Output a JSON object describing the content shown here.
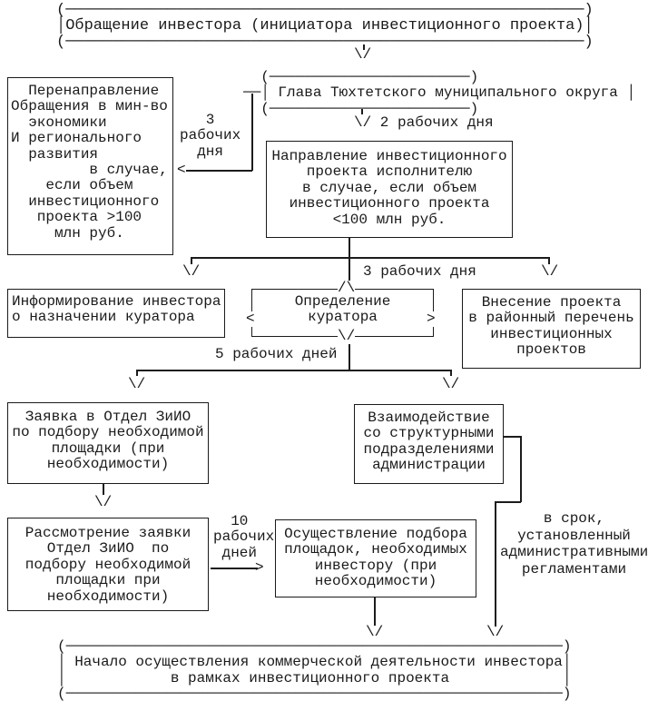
{
  "diagram": {
    "arrow_glyphs": {
      "down": "\\/",
      "up": "/\\",
      "left": "<",
      "right": ">"
    },
    "nodes": {
      "investor_appeal": {
        "art": "(────────────────────────────────────────────────────────)\n│Обращение инвестора (инициатора инвестиционного проекта)│\n(────────────────────────────────────────────────────────)"
      },
      "district_head": {
        "art": "  (───────────────────────)\n──│ Глава Тюхтетского муниципального округа │\n  (───────────────────────)"
      },
      "redirect_ministry": {
        "text": "  Перенаправление\nОбращения в мин-во\n  экономики\nИ регионального\n  развития\n         в случае,\n    если объем\n  инвестиционного\n   проекта >100\n     млн руб."
      },
      "direction_to_executor": {
        "text": "Направление инвестиционного\nпроекта исполнителю\nв случае, если объем\nинвестиционного проекта\n<100 млн руб."
      },
      "curator_determination": {
        "text": "Определение\nкуратора"
      },
      "investor_notification": {
        "text": "Информирование инвестора\nо назначении куратора"
      },
      "project_registry": {
        "text": "Внесение проекта\nв районный перечень\nинвестиционных\nпроектов"
      },
      "ziio_request": {
        "text": "Заявка в Отдел ЗиИО\nпо подбору необходимой\nплощадки (при\nнеобходимости)"
      },
      "ziio_review": {
        "text": "Рассмотрение заявки\nОтдел ЗиИО  по\nподбору необходимой\nплощадки при\nнеобходимости)"
      },
      "site_selection": {
        "text": "Осуществление подбора\nплощадок, необходимых\nинвестору (при\nнеобходимости)"
      },
      "admin_interaction": {
        "text": "Взаимодействие\nсо структурными\nподразделениями\nадминистрации"
      },
      "commercial_start": {
        "art": "(─────────────────────────────────────────────────────────)\n│ Начало осуществления коммерческой деятельности инвестора│\n│            в рамках инвестиционного проекта             │\n(─────────────────────────────────────────────────────────)"
      }
    },
    "labels": {
      "three_days_left": "   3\nрабочих\n  дня",
      "two_days": "\\/ 2 рабочих дня",
      "three_days": "3 рабочих дня",
      "five_days": "5 рабочих дней",
      "ten_days": "  10\nрабочих\n дней",
      "deadline": "в срок,\nустановленный\nадминистративными\nрегламентами"
    }
  }
}
